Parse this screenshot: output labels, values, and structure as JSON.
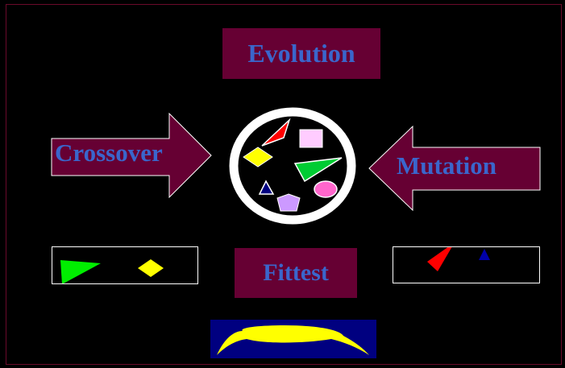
{
  "diagram": {
    "evolution_label": "Evolution",
    "crossover_label": "Crossover",
    "mutation_label": "Mutation",
    "fittest_label": "Fittest"
  },
  "colors": {
    "background": "#000000",
    "label_fill": "#660033",
    "label_text": "#3a66cc",
    "panel_border": "#ffffff",
    "fittest_panel": "#000080"
  },
  "icons": {
    "population": [
      "red-triangle",
      "pink-square",
      "yellow-diamond",
      "green-triangle",
      "navy-triangle",
      "lilac-pentagon",
      "pink-ellipse"
    ],
    "crossover_panel": [
      "green-triangle",
      "yellow-diamond"
    ],
    "mutation_panel": [
      "red-triangle",
      "navy-triangle"
    ],
    "fittest_panel": [
      "yellow-crescent"
    ]
  }
}
